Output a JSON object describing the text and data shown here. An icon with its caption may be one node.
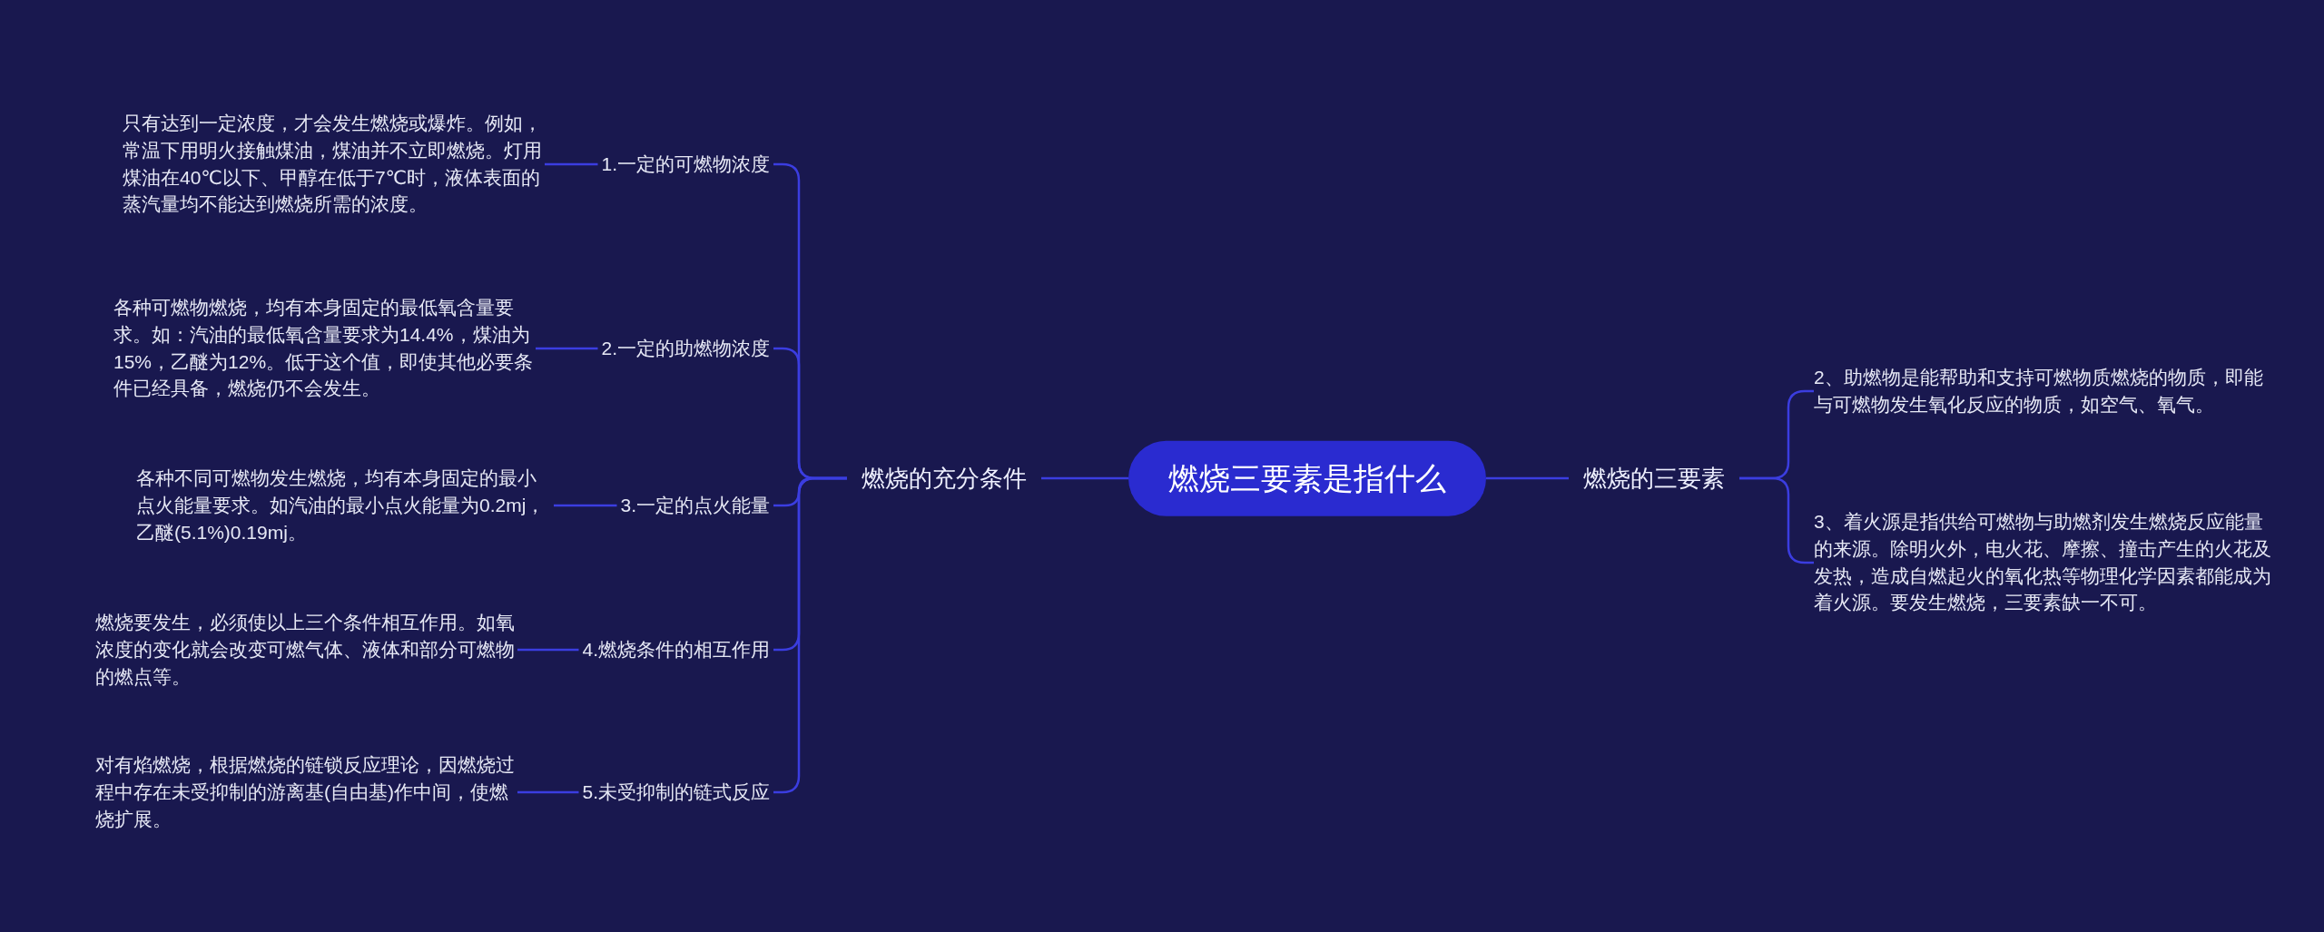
{
  "diagram": {
    "nodes": [
      {
        "text": [
          "燃烧三要素是指什么"
        ]
      },
      {
        "text": [
          "燃烧的充分条件"
        ]
      },
      {
        "text": [
          "1.一定的可燃物浓度"
        ]
      },
      {
        "text": [
          "2.一定的助燃物浓度"
        ]
      },
      {
        "text": [
          "3.一定的点火能量"
        ]
      },
      {
        "text": [
          "4.燃烧条件的相互作用"
        ]
      },
      {
        "text": [
          "5.未受抑制的链式反应"
        ]
      },
      {
        "text": [
          "只有达到一定浓度，才会发生燃烧或爆炸。例如，常温下用明火接触煤油，煤油并不立即燃烧。灯用煤油在40℃以下、甲醇在低于7℃时，液体表面的蒸汽量均不能达到燃烧所需的浓度。"
        ]
      },
      {
        "text": [
          "各种可燃物燃烧，均有本身固定的最低氧含量要求。如：汽油的最低氧含量要求为14.4%，煤油为15%，乙醚为12%。低于这个值，即使其他必要条件已经具备，燃烧仍不会发生。"
        ]
      },
      {
        "text": [
          "各种不同可燃物发生燃烧，均有本身固定的最小点火能量要求。如汽油的最小点火能量为0.2mj，乙醚(5.1%)0.19mj。"
        ]
      },
      {
        "text": [
          "燃烧要发生，必须使以上三个条件相互作用。如氧浓度的变化就会改变可燃气体、液体和部分可燃物的燃点等。"
        ]
      },
      {
        "text": [
          "对有焰燃烧，根据燃烧的链锁反应理论，因燃烧过程中存在未受抑制的游离基(自由基)作中间，使燃烧扩展。"
        ]
      },
      {
        "text": [
          "燃烧的三要素"
        ]
      },
      {
        "text": [
          "2、助燃物是能帮助和支持可燃物质燃烧的物质，即能与可燃物发生氧化反应的物质，如空气、氧气。"
        ]
      },
      {
        "text": [
          "3、着火源是指供给可燃物与助燃剂发生燃烧反应能量的来源。除明火外，电火花、摩擦、撞击产生的火花及发热，造成自燃起火的氧化热等物理化学因素都能成为着火源。要发生燃烧，三要素缺一不可。"
        ]
      }
    ],
    "edges": [
      {
        "from": 0,
        "to": 1,
        "arrow": "none"
      },
      {
        "from": 1,
        "to": 2,
        "arrow": "none"
      },
      {
        "from": 1,
        "to": 3,
        "arrow": "none"
      },
      {
        "from": 1,
        "to": 4,
        "arrow": "none"
      },
      {
        "from": 1,
        "to": 5,
        "arrow": "none"
      },
      {
        "from": 1,
        "to": 6,
        "arrow": "none"
      },
      {
        "from": 2,
        "to": 7,
        "arrow": "none"
      },
      {
        "from": 3,
        "to": 8,
        "arrow": "none"
      },
      {
        "from": 4,
        "to": 9,
        "arrow": "none"
      },
      {
        "from": 5,
        "to": 10,
        "arrow": "none"
      },
      {
        "from": 6,
        "to": 11,
        "arrow": "none"
      },
      {
        "from": 0,
        "to": 12,
        "arrow": "none"
      },
      {
        "from": 12,
        "to": 13,
        "arrow": "none"
      },
      {
        "from": 12,
        "to": 14,
        "arrow": "none"
      }
    ]
  }
}
